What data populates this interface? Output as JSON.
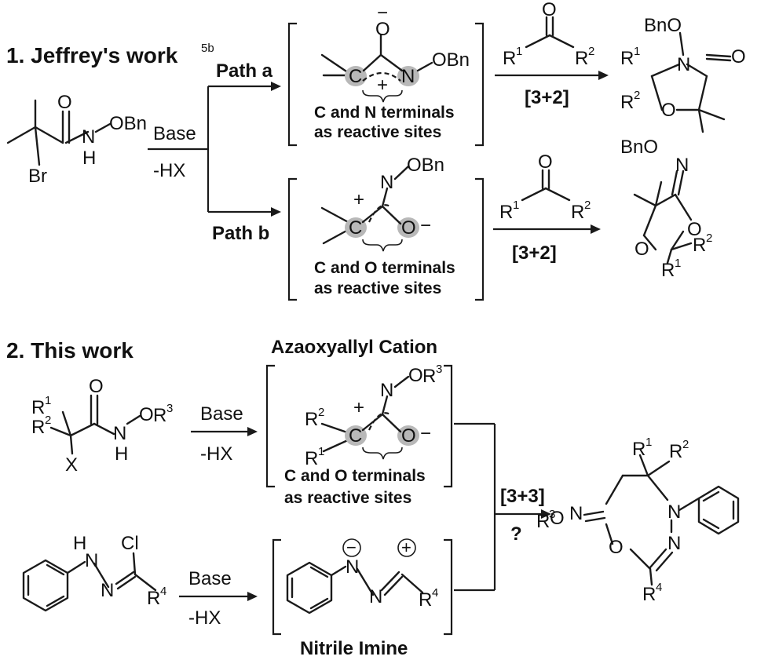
{
  "section1": {
    "title": "1. Jeffrey's work",
    "title_ref": "5b",
    "path_a_label": "Path a",
    "path_b_label": "Path b",
    "reagent_base": "Base",
    "reagent_minus_hx": "-HX",
    "path_a_note_line1": "C and N terminals",
    "path_a_note_line2": "as reactive sites",
    "path_b_note_line1": "C and O terminals",
    "path_b_note_line2": "as reactive sites",
    "cycloaddition_a": "[3+2]",
    "cycloaddition_b": "[3+2]"
  },
  "section2": {
    "title": "2. This work",
    "azaoxyallyl_title": "Azaoxyallyl Cation",
    "reagent_base_1": "Base",
    "reagent_minus_hx_1": "-HX",
    "reagent_base_2": "Base",
    "reagent_minus_hx_2": "-HX",
    "note_line1": "C and O terminals",
    "note_line2": "as reactive sites",
    "cycloaddition": "[3+3]",
    "question": "?",
    "nitrile_imine_title": "Nitrile Imine"
  },
  "atoms": {
    "O": "O",
    "N": "N",
    "H": "H",
    "C": "C",
    "X": "X",
    "Br": "Br",
    "Cl": "Cl",
    "OBn": "OBn",
    "BnO": "BnO",
    "R": "R",
    "R3O": "R",
    "minus": "−",
    "plus": "+"
  },
  "superscripts": {
    "one": "1",
    "two": "2",
    "three": "3",
    "four": "4"
  }
}
